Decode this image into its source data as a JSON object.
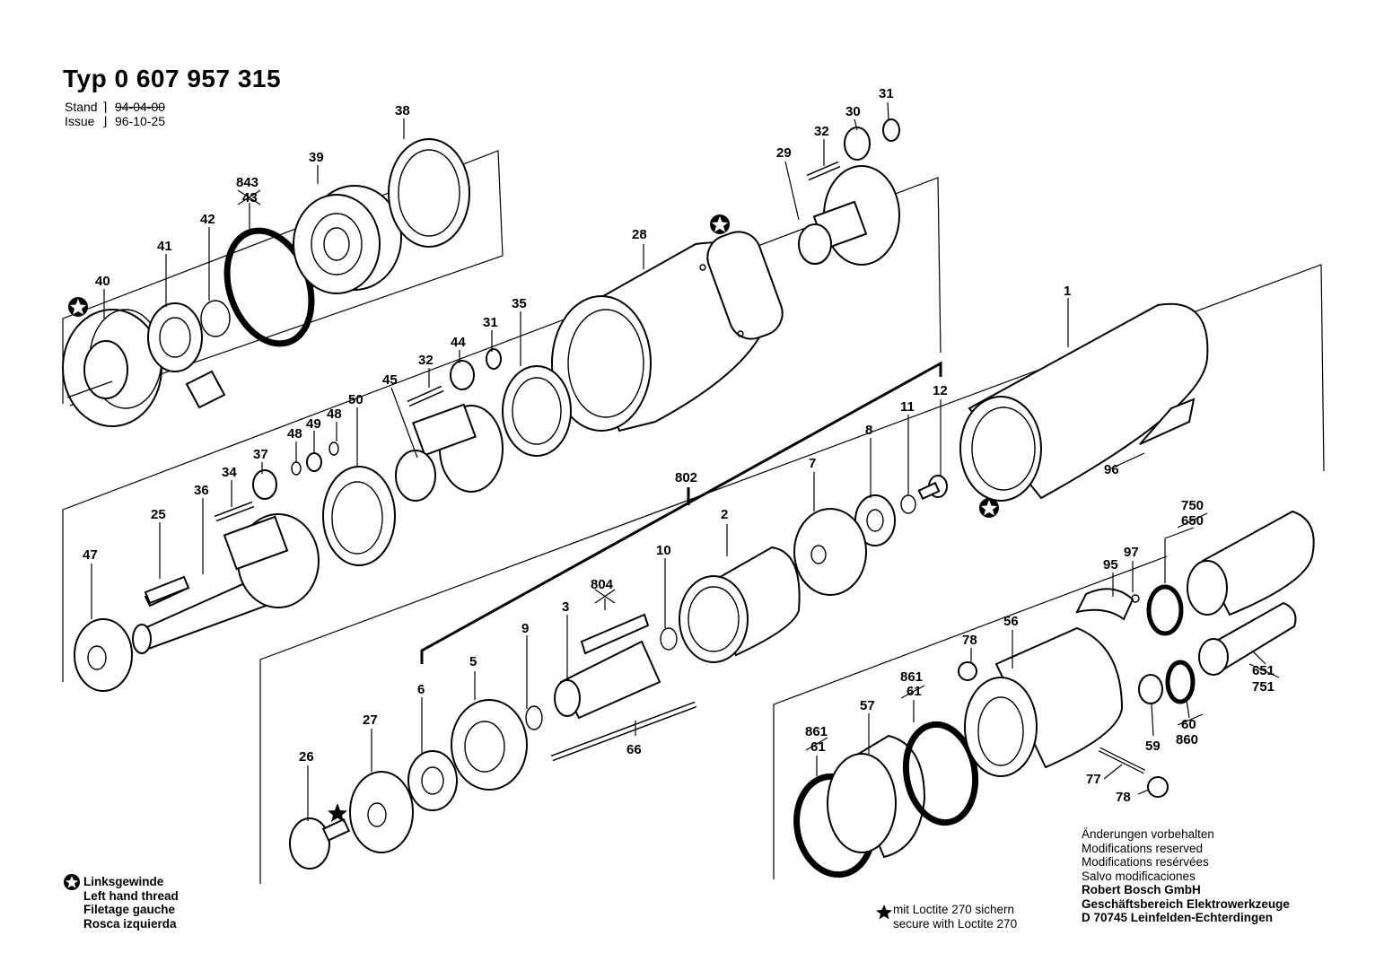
{
  "header": {
    "title": "Typ 0 607 957 315",
    "stand_label": "Stand",
    "stand_date": "94-04-00",
    "issue_label": "Issue",
    "issue_date": "96-10-25"
  },
  "parts": {
    "p1": "1",
    "p2": "2",
    "p3": "3",
    "p5": "5",
    "p6": "6",
    "p7": "7",
    "p8": "8",
    "p9": "9",
    "p10": "10",
    "p11": "11",
    "p12": "12",
    "p25": "25",
    "p26": "26",
    "p27": "27",
    "p28": "28",
    "p29": "29",
    "p30": "30",
    "p31a": "31",
    "p31b": "31",
    "p32a": "32",
    "p32b": "32",
    "p34": "34",
    "p35": "35",
    "p36": "36",
    "p37": "37",
    "p38": "38",
    "p39": "39",
    "p40": "40",
    "p41": "41",
    "p42": "42",
    "p44": "44",
    "p45": "45",
    "p47": "47",
    "p48a": "48",
    "p48b": "48",
    "p49": "49",
    "p50": "50",
    "p56": "56",
    "p57": "57",
    "p59": "59",
    "p66": "66",
    "p77": "77",
    "p78a": "78",
    "p78b": "78",
    "p95": "95",
    "p96": "96",
    "p97": "97",
    "p802": "802",
    "p843": "843",
    "p43_struck": "43",
    "p804": "804",
    "p861a": "861",
    "p61a_struck": "61",
    "p861b": "861",
    "p61b_struck": "61",
    "p750": "750",
    "p650_struck": "650",
    "p651_struck": "651",
    "p751": "751",
    "p60_struck": "60",
    "p860": "860"
  },
  "legend_left": {
    "line1": "Linksgewinde",
    "line2": "Left hand thread",
    "line3": "Filetage gauche",
    "line4": "Rosca izquierda"
  },
  "legend_mid": {
    "line1": "mit Loctite 270 sichern",
    "line2": "secure with Loctite 270"
  },
  "notes_right": {
    "line1": "Änderungen vorbehalten",
    "line2": "Modifications reserved",
    "line3": "Modifications resérvées",
    "line4": "Salvo modificaciones",
    "company1": "Robert Bosch GmbH",
    "company2": "Geschäftsbereich Elektrowerkzeuge",
    "company3": "D 70745 Leinfelden-Echterdingen"
  },
  "icons": {
    "left_thread": "left-thread-star-icon",
    "loctite": "loctite-star-icon"
  }
}
